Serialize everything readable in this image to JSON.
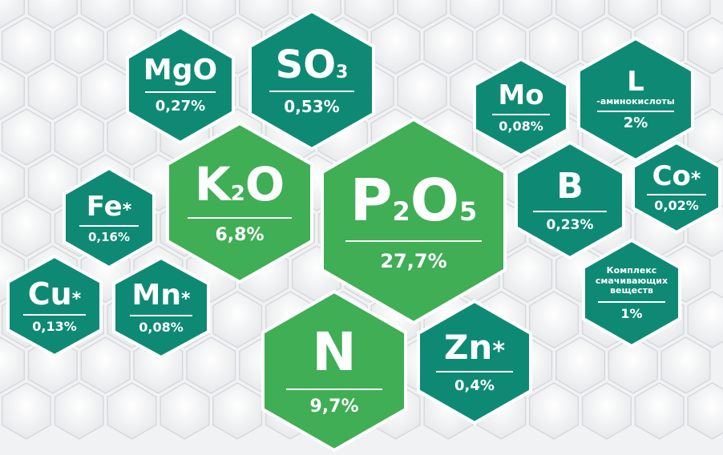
{
  "colors": {
    "teal": "#0e8a74",
    "green": "#3fae55",
    "outline": "#ffffff"
  },
  "tiles": {
    "mgo": {
      "symbol": "MgO",
      "value": "0,27%"
    },
    "so3": {
      "symbol": "SO",
      "sub": "3",
      "value": "0,53%"
    },
    "mo": {
      "symbol": "Mo",
      "value": "0,08%"
    },
    "l": {
      "symbol": "L",
      "note": "-аминокислоты",
      "value": "2%"
    },
    "k2o": {
      "symbol_a": "K",
      "sub": "2",
      "symbol_b": "O",
      "value": "6,8%"
    },
    "p2o5": {
      "symbol_a": "P",
      "sub_a": "2",
      "symbol_b": "O",
      "sub_b": "5",
      "value": "27,7%"
    },
    "b": {
      "symbol": "B",
      "value": "0,23%"
    },
    "co": {
      "symbol": "Co",
      "star": "*",
      "value": "0,02%"
    },
    "fe": {
      "symbol": "Fe",
      "star": "*",
      "value": "0,16%"
    },
    "cu": {
      "symbol": "Cu",
      "star": "*",
      "value": "0,13%"
    },
    "mn": {
      "symbol": "Mn",
      "star": "*",
      "value": "0,08%"
    },
    "n": {
      "symbol": "N",
      "value": "9,7%"
    },
    "zn": {
      "symbol": "Zn",
      "star": "*",
      "value": "0,4%"
    },
    "wetting": {
      "note_1": "Комплекс",
      "note_2": "смачивающих",
      "note_3": "веществ",
      "value": "1%"
    }
  }
}
